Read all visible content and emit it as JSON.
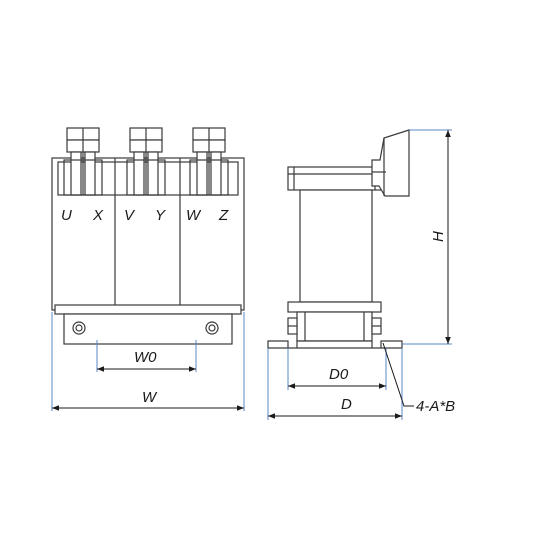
{
  "front_view": {
    "terminal_labels": [
      "U",
      "X",
      "V",
      "Y",
      "W",
      "Z"
    ]
  },
  "dimensions": {
    "w0": "W0",
    "w": "W",
    "d0": "D0",
    "d": "D",
    "h": "H",
    "mount_holes": "4-A*B"
  },
  "colors": {
    "outline": "#3a3a3a",
    "dimension_line": "#5b87c8",
    "background": "#ffffff"
  }
}
